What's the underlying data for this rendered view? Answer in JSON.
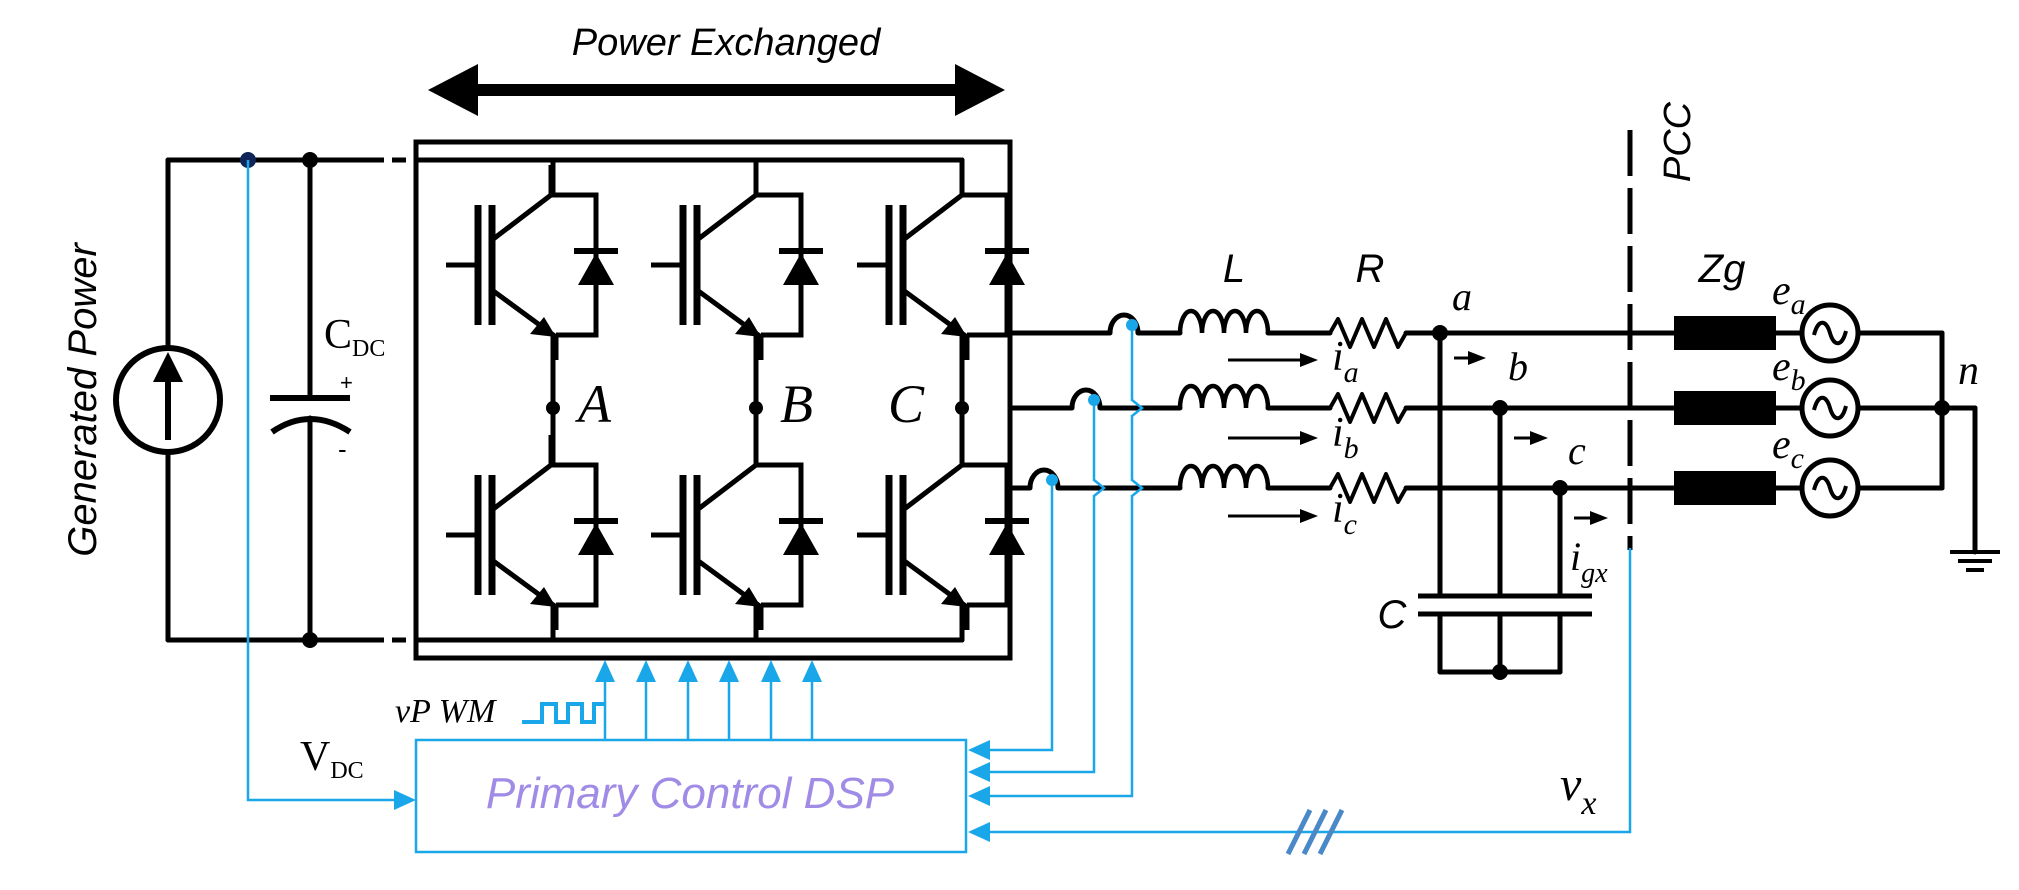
{
  "title": "Power Exchanged",
  "source_label": "Generated Power",
  "capacitor_label": {
    "main": "C",
    "sub": "DC"
  },
  "phase_nodes": [
    "A",
    "B",
    "C"
  ],
  "filter": {
    "inductor": "L",
    "resistor": "R",
    "capacitor": "C"
  },
  "currents": [
    {
      "main": "i",
      "sub": "a"
    },
    {
      "main": "i",
      "sub": "b"
    },
    {
      "main": "i",
      "sub": "c"
    }
  ],
  "grid_nodes": [
    "a",
    "b",
    "c"
  ],
  "pcc_label": "PCC",
  "grid_impedance": "Zg",
  "sources": [
    {
      "main": "e",
      "sub": "a"
    },
    {
      "main": "e",
      "sub": "b"
    },
    {
      "main": "e",
      "sub": "c"
    }
  ],
  "neutral": "n",
  "grid_current": {
    "main": "i",
    "sub": "gx"
  },
  "pwm_label": "vP WM",
  "vdc_label": {
    "main": "V",
    "sub": "DC"
  },
  "vx_label": {
    "main": "v",
    "sub": "x"
  },
  "controller_label": "Primary Control DSP",
  "colors": {
    "signal": "#1aa7ea",
    "controller_text": "#a08be6",
    "wire": "#000000"
  }
}
